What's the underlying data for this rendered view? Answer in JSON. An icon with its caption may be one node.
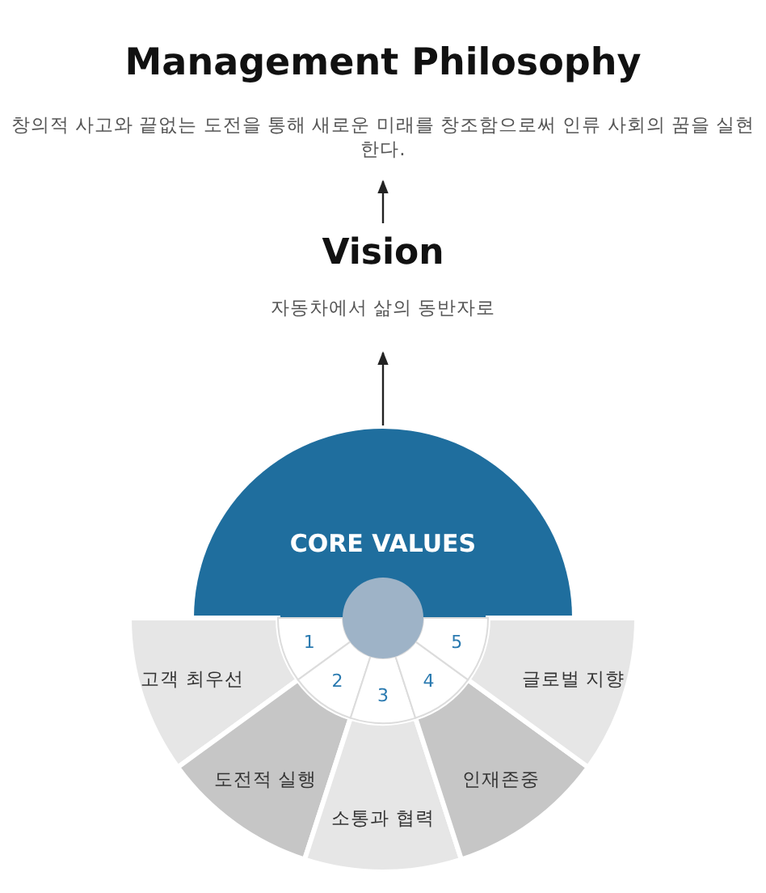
{
  "diagram": {
    "nodes": [
      {
        "text": [
          "Management Philosophy",
          "창의적 사고와 끝없는 도전을 통해 새로운 미래를 창조함으로써 인류 사회의 꿈을 실현한다."
        ]
      },
      {
        "text": [
          "Vision",
          "자동차에서 삶의 동반자로"
        ]
      },
      {
        "text": [
          "CORE VALUES"
        ]
      },
      {
        "text": [
          "고객 최우선"
        ]
      },
      {
        "text": [
          "도전적 실행"
        ]
      },
      {
        "text": [
          "소통과 협력"
        ]
      },
      {
        "text": [
          "인재존중"
        ]
      },
      {
        "text": [
          "글로벌 지향"
        ]
      }
    ],
    "edges": [
      {
        "from": 2,
        "to": 1,
        "arrow": "to"
      },
      {
        "from": 1,
        "to": 0,
        "arrow": "to"
      }
    ],
    "labels": [
      "1",
      "2",
      "3",
      "4",
      "5"
    ]
  }
}
